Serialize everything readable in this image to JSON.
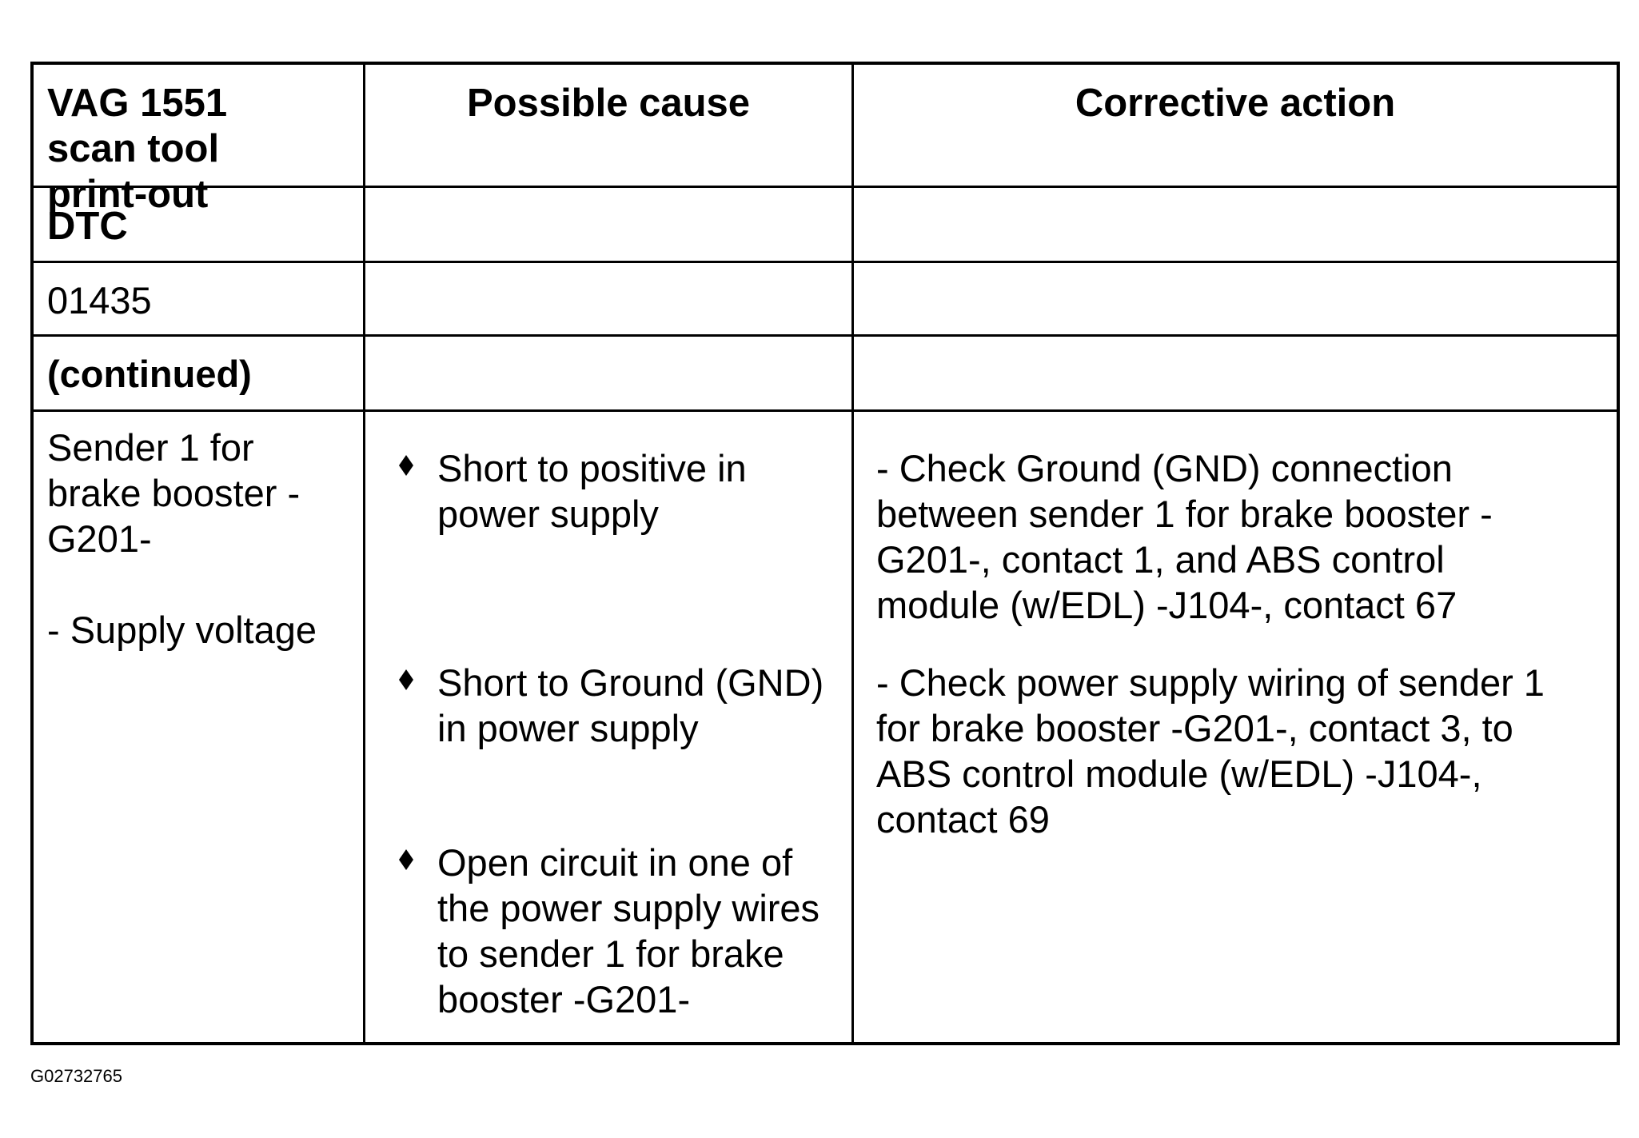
{
  "table": {
    "headers": {
      "col1": "VAG 1551 scan tool print-out",
      "col2": "Possible cause",
      "col3": "Corrective action"
    },
    "rows": {
      "dtc_label": "DTC",
      "dtc_code": "01435",
      "continued": "(continued)"
    },
    "print_out": {
      "component": "Sender 1 for\nbrake booster -\nG201-",
      "condition": "- Supply voltage"
    },
    "possible_causes": [
      "Short to positive in\npower supply",
      "Short to Ground (GND)\nin power supply",
      "Open circuit in one of\nthe power supply wires\nto sender 1 for brake\nbooster -G201-"
    ],
    "corrective_actions": [
      "- Check Ground (GND) connection\nbetween sender 1 for brake booster -\nG201-, contact 1, and ABS control\nmodule (w/EDL) -J104-, contact 67",
      "- Check power supply wiring of sender 1\nfor brake booster -G201-, contact 3, to\nABS control module (w/EDL) -J104-,\ncontact 69"
    ],
    "bullet_icon": "diamond-bullet-icon"
  },
  "figure_code": "G02732765"
}
